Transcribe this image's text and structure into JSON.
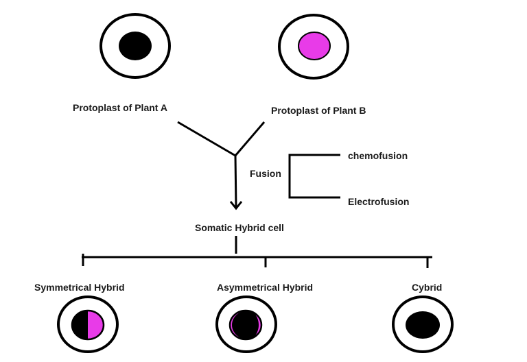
{
  "labels": {
    "protoplast_a": "Protoplast of Plant A",
    "protoplast_b": "Protoplast of Plant B",
    "fusion": "Fusion",
    "chemofusion": "chemofusion",
    "electrofusion": "Electrofusion",
    "somatic_hybrid": "Somatic Hybrid cell",
    "symmetrical": "Symmetrical Hybrid",
    "asymmetrical": "Asymmetrical Hybrid",
    "cybrid": "Cybrid"
  },
  "colors": {
    "line": "#000000",
    "nucleus_a": "#000000",
    "nucleus_b": "#e83be8",
    "background": "#ffffff"
  }
}
